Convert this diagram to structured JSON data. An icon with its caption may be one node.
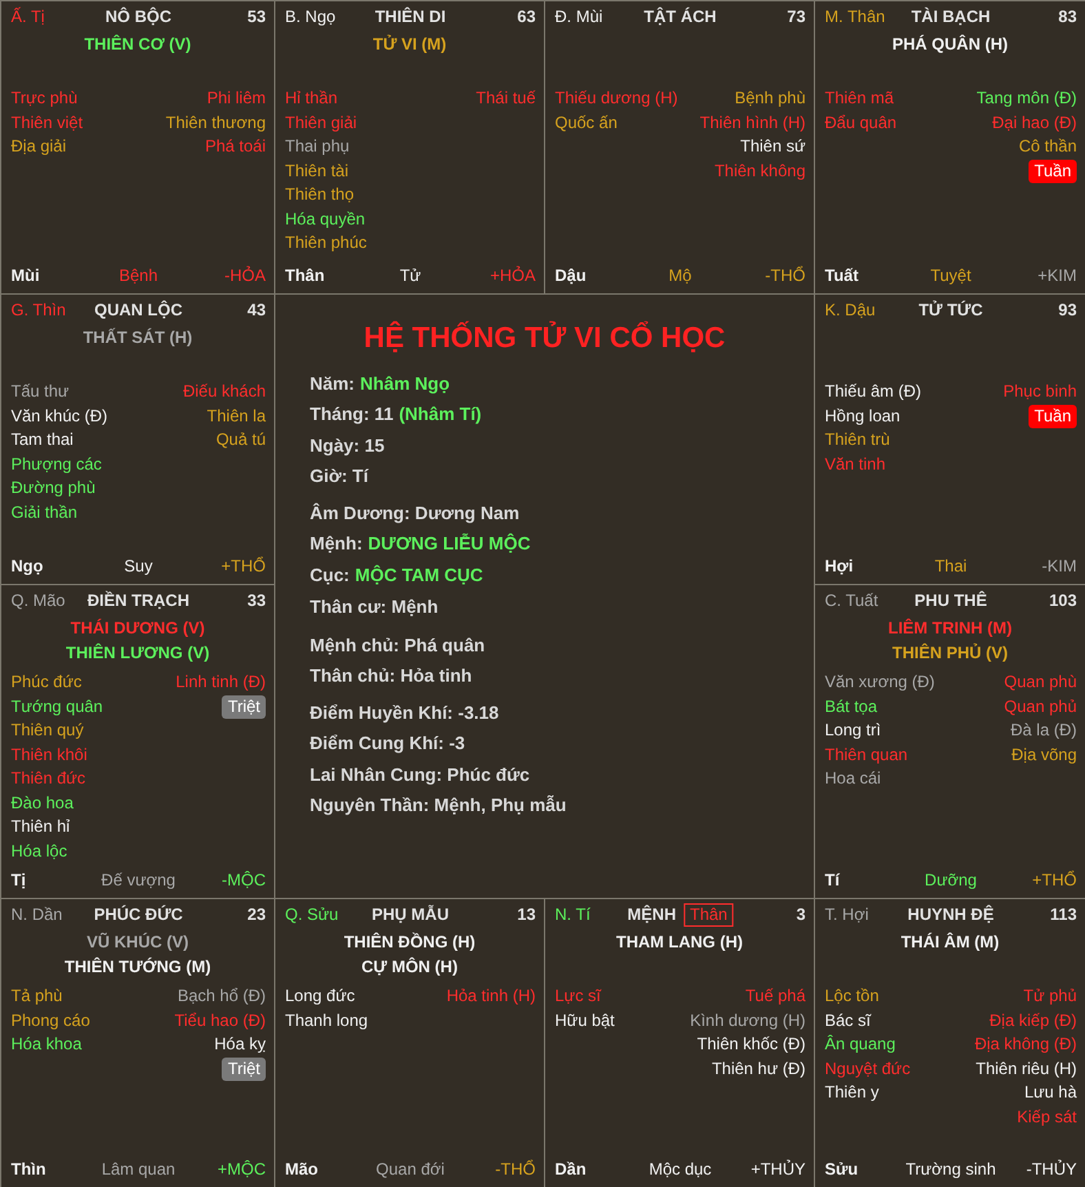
{
  "diagram": {
    "title": "HỆ THỐNG TỬ VI CỔ HỌC",
    "nodes": [
      {
        "text": [
          "Ấ. Tị",
          "NÔ BỘC",
          "53",
          "THIÊN CƠ (V)",
          "Trực phù",
          "Phi liêm",
          "Thiên việt",
          "Thiên thương",
          "Địa giải",
          "Phá toái",
          "Mùi",
          "Bệnh",
          "-HỎA"
        ]
      },
      {
        "text": [
          "B. Ngọ",
          "THIÊN DI",
          "63",
          "TỬ VI (M)",
          "Hỉ thần",
          "Thái tuế",
          "Thiên giải",
          "Thai phụ",
          "Thiên tài",
          "Thiên thọ",
          "Hóa quyền",
          "Thiên phúc",
          "Thân",
          "Tử",
          "+HỎA"
        ]
      },
      {
        "text": [
          "Đ. Mùi",
          "TẬT ÁCH",
          "73",
          "Thiếu dương (H)",
          "Bệnh phù",
          "Quốc ấn",
          "Thiên hình (H)",
          "Thiên sứ",
          "Thiên không",
          "Dậu",
          "Mộ",
          "-THỔ"
        ]
      },
      {
        "text": [
          "M. Thân",
          "TÀI BẠCH",
          "83",
          "PHÁ QUÂN (H)",
          "Thiên mã",
          "Tang môn (Đ)",
          "Đẩu quân",
          "Đại hao (Đ)",
          "Cô thần",
          "Tuần",
          "Tuất",
          "Tuyệt",
          "+KIM"
        ]
      },
      {
        "text": [
          "G. Thìn",
          "QUAN LỘC",
          "43",
          "THẤT SÁT (H)",
          "Tấu thư",
          "Điếu khách",
          "Văn khúc (Đ)",
          "Thiên la",
          "Tam thai",
          "Quả tú",
          "Phượng các",
          "Đường phù",
          "Giải thần",
          "Ngọ",
          "Suy",
          "+THỔ"
        ]
      },
      {
        "text": [
          "Năm:",
          "Nhâm Ngọ",
          "Tháng: 11",
          "(Nhâm Tí)",
          "Ngày: 15",
          "Giờ: Tí",
          "Âm Dương: Dương Nam",
          "Mệnh:",
          "DƯƠNG LIỄU MỘC",
          "Cục:",
          "MỘC TAM CỤC",
          "Thân cư: Mệnh",
          "Mệnh chủ: Phá quân",
          "Thân chủ: Hỏa tinh",
          "Điểm Huyền Khí: -3.18",
          "Điểm Cung Khí: -3",
          "Lai Nhân Cung: Phúc đức",
          "Nguyên Thần: Mệnh, Phụ mẫu"
        ]
      },
      {
        "text": [
          "K. Dậu",
          "TỬ TỨC",
          "93",
          "Thiếu âm (Đ)",
          "Phục binh",
          "Hồng loan",
          "Tuần",
          "Thiên trù",
          "Văn tinh",
          "Hợi",
          "Thai",
          "-KIM"
        ]
      },
      {
        "text": [
          "Q. Mão",
          "ĐIỀN TRẠCH",
          "33",
          "THÁI DƯƠNG (V)",
          "THIÊN LƯƠNG (V)",
          "Phúc đức",
          "Linh tinh (Đ)",
          "Tướng quân",
          "Triệt",
          "Thiên quý",
          "Thiên khôi",
          "Thiên đức",
          "Đào hoa",
          "Thiên hỉ",
          "Hóa lộc",
          "Tị",
          "Đế vượng",
          "-MỘC"
        ]
      },
      {
        "text": [
          "C. Tuất",
          "PHU THÊ",
          "103",
          "LIÊM TRINH (M)",
          "THIÊN PHỦ (V)",
          "Văn xương (Đ)",
          "Quan phù",
          "Bát tọa",
          "Quan phủ",
          "Long trì",
          "Đà la (Đ)",
          "Thiên quan",
          "Địa võng",
          "Hoa cái",
          "Tí",
          "Dưỡng",
          "+THỔ"
        ]
      },
      {
        "text": [
          "N. Dần",
          "PHÚC ĐỨC",
          "23",
          "VŨ KHÚC (V)",
          "THIÊN TƯỚNG (M)",
          "Tả phù",
          "Bạch hổ (Đ)",
          "Phong cáo",
          "Tiểu hao (Đ)",
          "Hóa khoa",
          "Hóa kỵ",
          "Triệt",
          "Thìn",
          "Lâm quan",
          "+MỘC"
        ]
      },
      {
        "text": [
          "Q. Sửu",
          "PHỤ MẪU",
          "13",
          "THIÊN ĐỒNG (H)",
          "CỰ MÔN (H)",
          "Long đức",
          "Hỏa tinh (H)",
          "Thanh long",
          "Mão",
          "Quan đới",
          "-THỔ"
        ]
      },
      {
        "text": [
          "N. Tí",
          "MỆNH",
          "Thân",
          "3",
          "THAM LANG (H)",
          "Lực sĩ",
          "Tuế phá",
          "Hữu bật",
          "Kình dương (H)",
          "Thiên khốc (Đ)",
          "Thiên hư (Đ)",
          "Dần",
          "Mộc dục",
          "+THỦY"
        ]
      },
      {
        "text": [
          "T. Hợi",
          "HUYNH ĐỆ",
          "113",
          "THÁI ÂM (M)",
          "Lộc tồn",
          "Tử phủ",
          "Bác sĩ",
          "Địa kiếp (Đ)",
          "Ân quang",
          "Địa không (Đ)",
          "Nguyệt đức",
          "Thiên riêu (H)",
          "Thiên y",
          "Lưu hà",
          "Kiếp sát",
          "Sửu",
          "Trường sinh",
          "-THỦY"
        ]
      }
    ]
  }
}
